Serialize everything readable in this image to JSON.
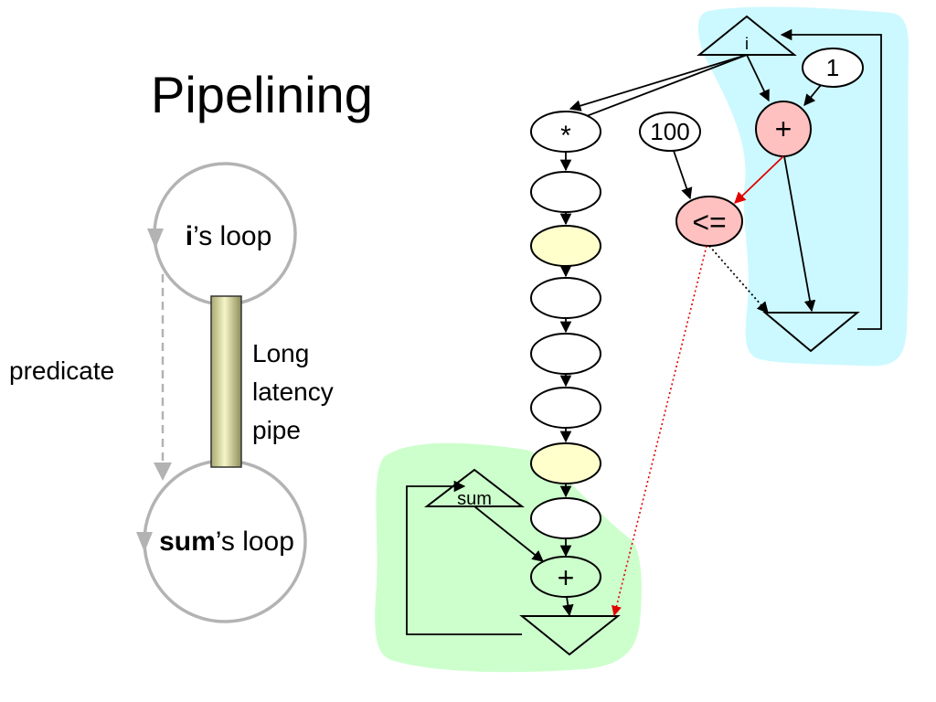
{
  "title": "Pipelining",
  "left_diagram": {
    "i_loop": {
      "bold": "i",
      "rest": "’s loop"
    },
    "sum_loop": {
      "bold": "sum",
      "rest": "’s loop"
    },
    "predicate_label": "predicate",
    "pipe_label_lines": [
      "Long",
      "latency",
      "pipe"
    ]
  },
  "dataflow": {
    "i_node": "i",
    "const_one": "1",
    "const_hundred": "100",
    "add_i": "+",
    "compare": "<=",
    "multiply": "*",
    "sum_node": "sum",
    "add_sum": "+"
  },
  "colors": {
    "i_region": "#ccf9ff",
    "sum_region": "#ccffcc",
    "op_pink": "#ffc0c0",
    "stage_yellow": "#ffffcc",
    "pipe_fill": "#e6e6a6",
    "loop_gray": "#b3b3b3",
    "red_edge": "#e00000"
  }
}
